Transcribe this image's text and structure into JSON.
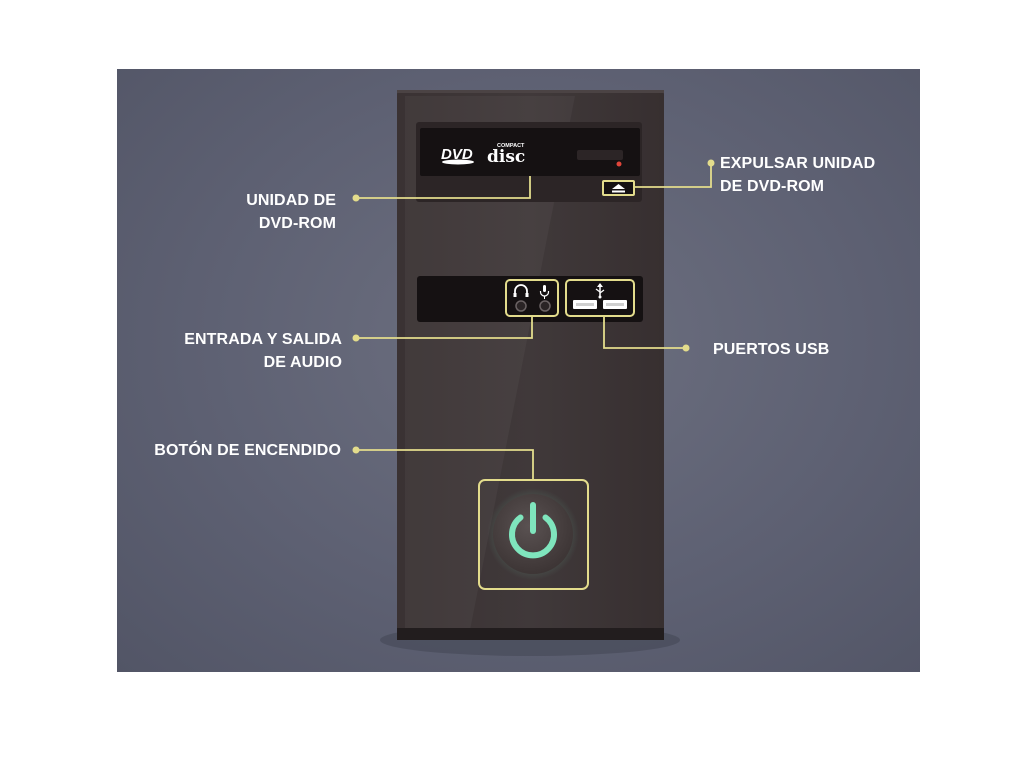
{
  "labels": {
    "dvd_drive": [
      "UNIDAD DE",
      "DVD-ROM"
    ],
    "eject": [
      "EXPULSAR UNIDAD",
      "DE DVD-ROM"
    ],
    "audio": [
      "ENTRADA Y SALIDA",
      "DE AUDIO"
    ],
    "usb": "PUERTOS USB",
    "power": "BOTÓN DE ENCENDIDO"
  },
  "drive_logos": {
    "dvd": "DVD",
    "compact": "COMPACT",
    "disc": "disc"
  },
  "colors": {
    "background": "#5e6173",
    "tower": "#3d3535",
    "highlight": "#e3dc8c",
    "power_glow": "#7fe5bd"
  },
  "icons": [
    "eject-icon",
    "headphones-icon",
    "microphone-icon",
    "usb-icon",
    "power-icon"
  ]
}
